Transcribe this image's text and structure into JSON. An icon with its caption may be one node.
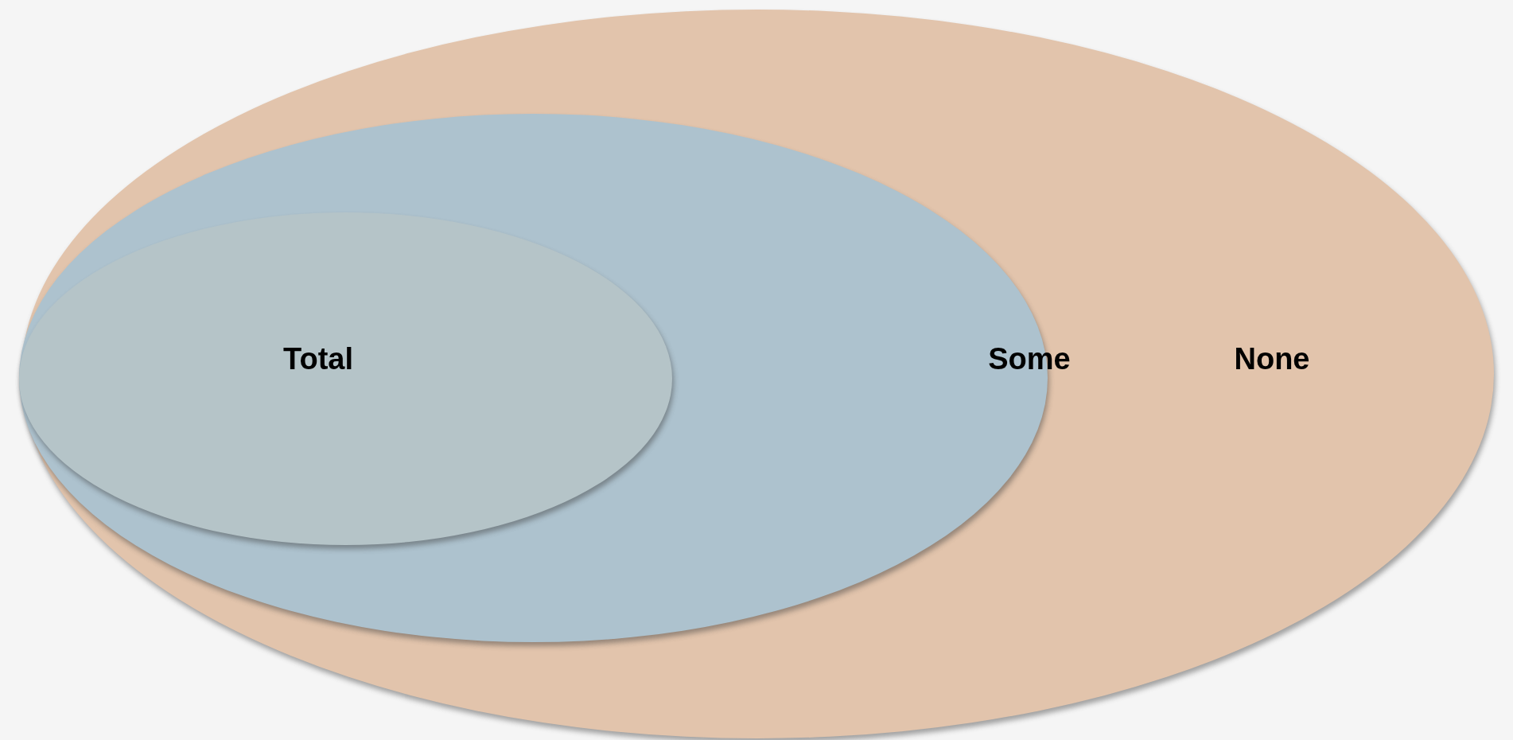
{
  "diagram": {
    "nodes": [
      {
        "text": [
          "None"
        ]
      },
      {
        "text": [
          "Some"
        ],
        "in": 0
      },
      {
        "text": [
          "Total"
        ],
        "in": 1
      }
    ]
  }
}
